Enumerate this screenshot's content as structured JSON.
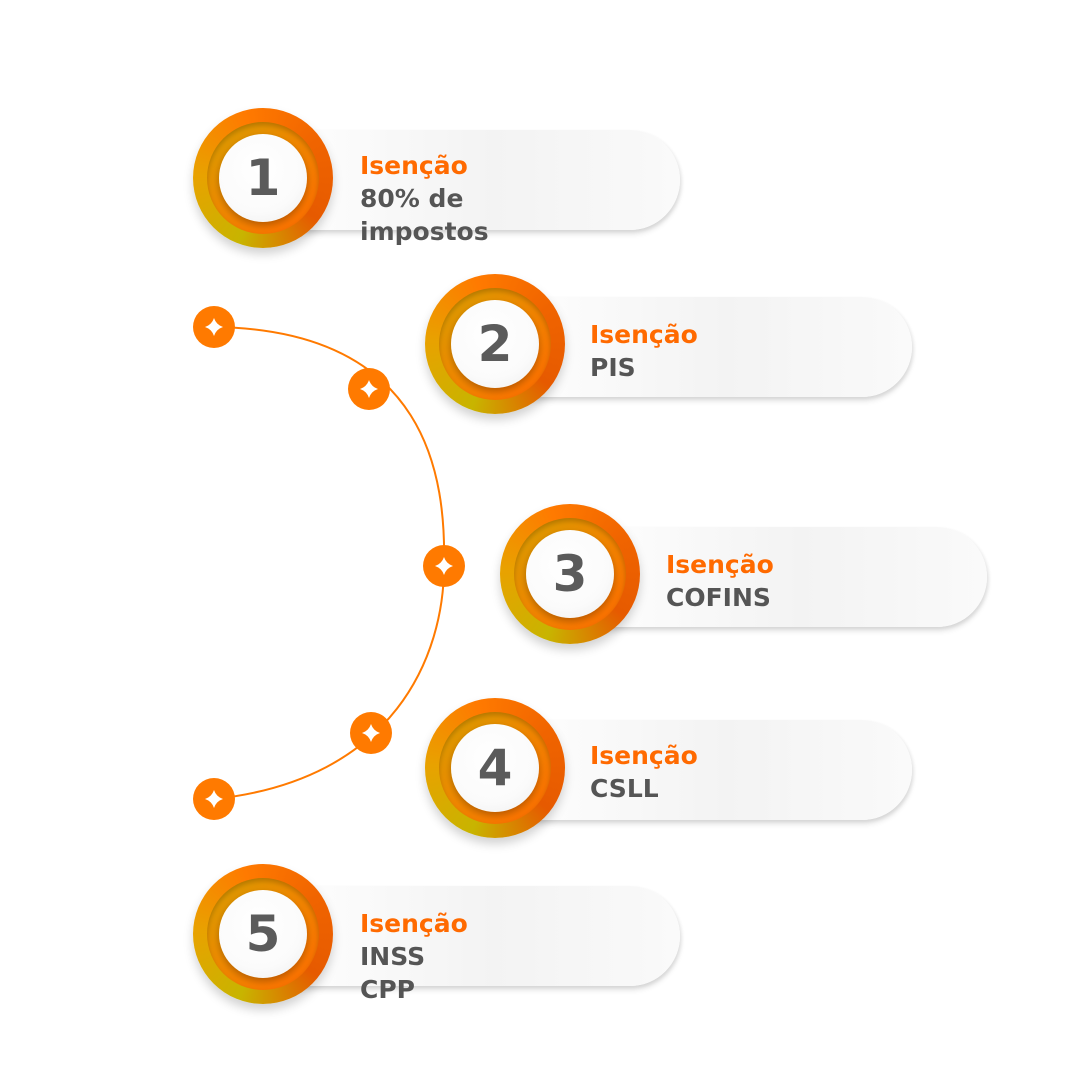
{
  "colors": {
    "accent": "#ff6a00",
    "text": "#555555",
    "arc": "#ff7a00"
  },
  "steps": [
    {
      "number": "1",
      "label": "Isenção",
      "value": "80% de impostos"
    },
    {
      "number": "2",
      "label": "Isenção",
      "value": "PIS"
    },
    {
      "number": "3",
      "label": "Isenção",
      "value": "COFINS"
    },
    {
      "number": "4",
      "label": "Isenção",
      "value": "CSLL"
    },
    {
      "number": "5",
      "label": "Isenção",
      "value": "INSS CPP"
    }
  ],
  "arc_markers": [
    {
      "icon": "sparkle-icon"
    },
    {
      "icon": "sparkle-icon"
    },
    {
      "icon": "sparkle-icon"
    },
    {
      "icon": "sparkle-icon"
    },
    {
      "icon": "sparkle-icon"
    }
  ]
}
